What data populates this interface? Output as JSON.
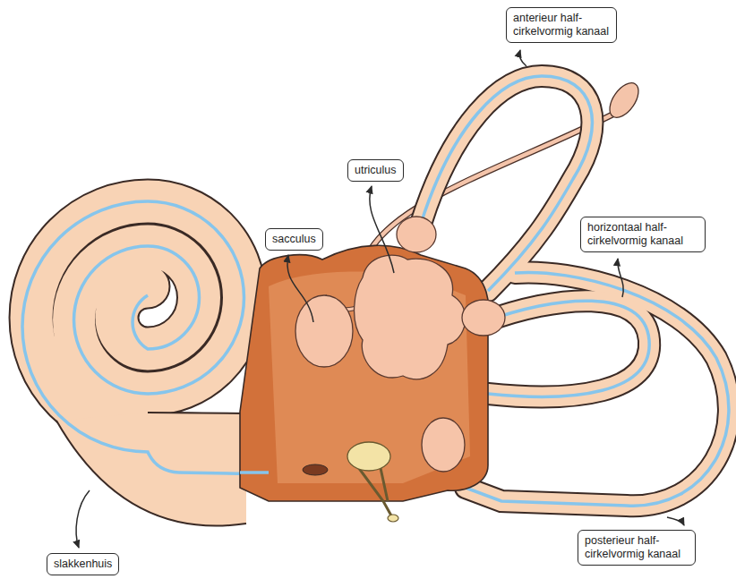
{
  "diagram": {
    "nodes": [
      {
        "text": [
          "anterieur half- cirkelvormig kanaal"
        ]
      },
      {
        "text": [
          "utriculus"
        ]
      },
      {
        "text": [
          "horizontaal half- cirkelvormig kanaal"
        ]
      },
      {
        "text": [
          "sacculus"
        ]
      },
      {
        "text": [
          "posterieur half- cirkelvormig kanaal"
        ]
      },
      {
        "text": [
          "slakkenhuis"
        ]
      }
    ]
  }
}
